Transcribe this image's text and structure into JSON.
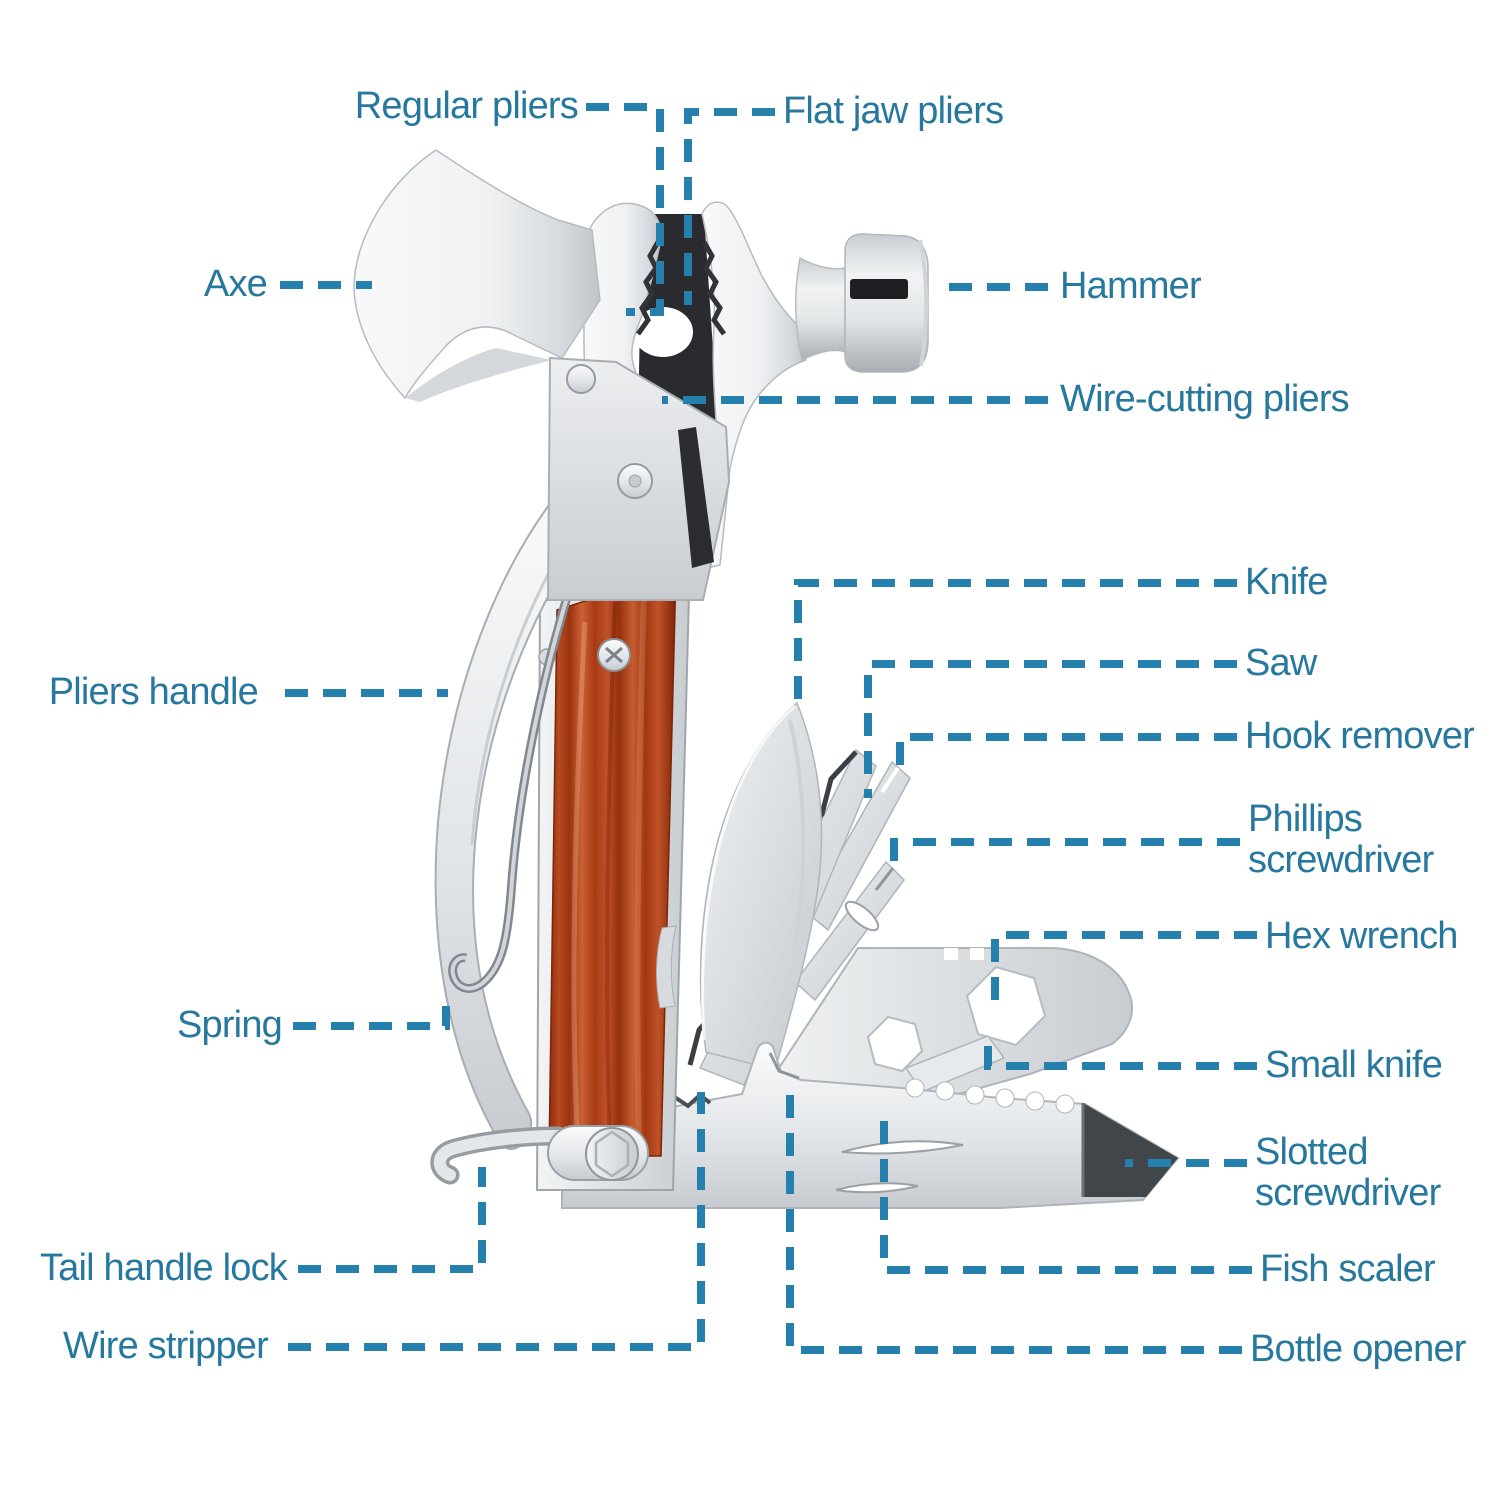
{
  "palette": {
    "label_text": "#27789E",
    "leader_line": "#2680AD",
    "wood_primary": "#B5441E",
    "steel_light": "#EDEFF1",
    "steel_mid": "#C9CED3",
    "serration_dark": "#2A2C2F"
  },
  "labels": {
    "regular_pliers": "Regular pliers",
    "flat_jaw_pliers": "Flat jaw pliers",
    "axe": "Axe",
    "hammer": "Hammer",
    "wire_cutting_pliers": "Wire-cutting pliers",
    "knife": "Knife",
    "saw": "Saw",
    "hook_remover": "Hook remover",
    "phillips_screwdriver": "Phillips screwdriver",
    "hex_wrench": "Hex wrench",
    "pliers_handle": "Pliers handle",
    "small_knife": "Small knife",
    "slotted_screwdriver": "Slotted screwdriver",
    "spring": "Spring",
    "fish_scaler": "Fish scaler",
    "tail_handle_lock": "Tail handle lock",
    "wire_stripper": "Wire stripper",
    "bottle_opener": "Bottle opener"
  }
}
